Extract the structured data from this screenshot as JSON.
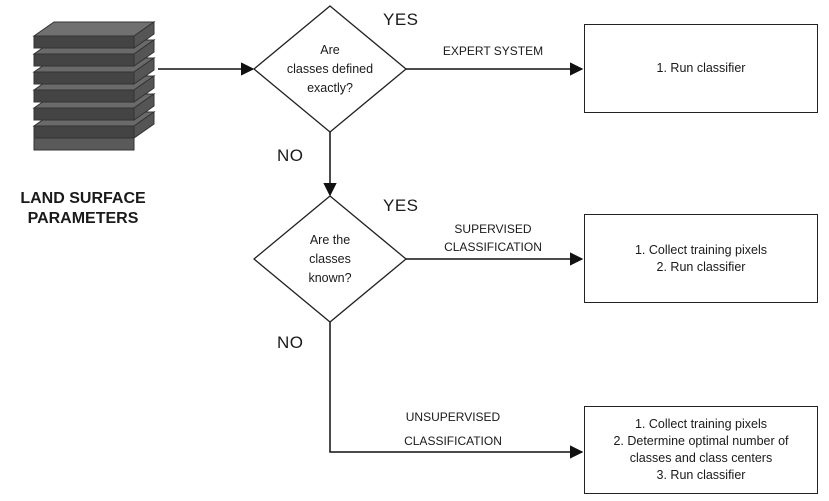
{
  "input": {
    "title_line1": "LAND SURFACE",
    "title_line2": "PARAMETERS"
  },
  "decisions": [
    {
      "question": [
        "Are",
        "classes defined",
        "exactly?"
      ],
      "yes": "YES",
      "no": "NO"
    },
    {
      "question": [
        "Are the",
        "classes",
        "known?"
      ],
      "yes": "YES",
      "no": "NO"
    }
  ],
  "branches": {
    "expert": {
      "label": [
        "EXPERT SYSTEM"
      ],
      "steps": [
        "1. Run classifier"
      ]
    },
    "supervised": {
      "label": [
        "SUPERVISED",
        "CLASSIFICATION"
      ],
      "steps": [
        "1. Collect training pixels",
        "2. Run classifier"
      ]
    },
    "unsupervised": {
      "label": [
        "UNSUPERVISED",
        "CLASSIFICATION"
      ],
      "steps": [
        "1. Collect training pixels",
        "2. Determine optimal number of",
        "classes and class centers",
        "3. Run classifier"
      ]
    }
  }
}
